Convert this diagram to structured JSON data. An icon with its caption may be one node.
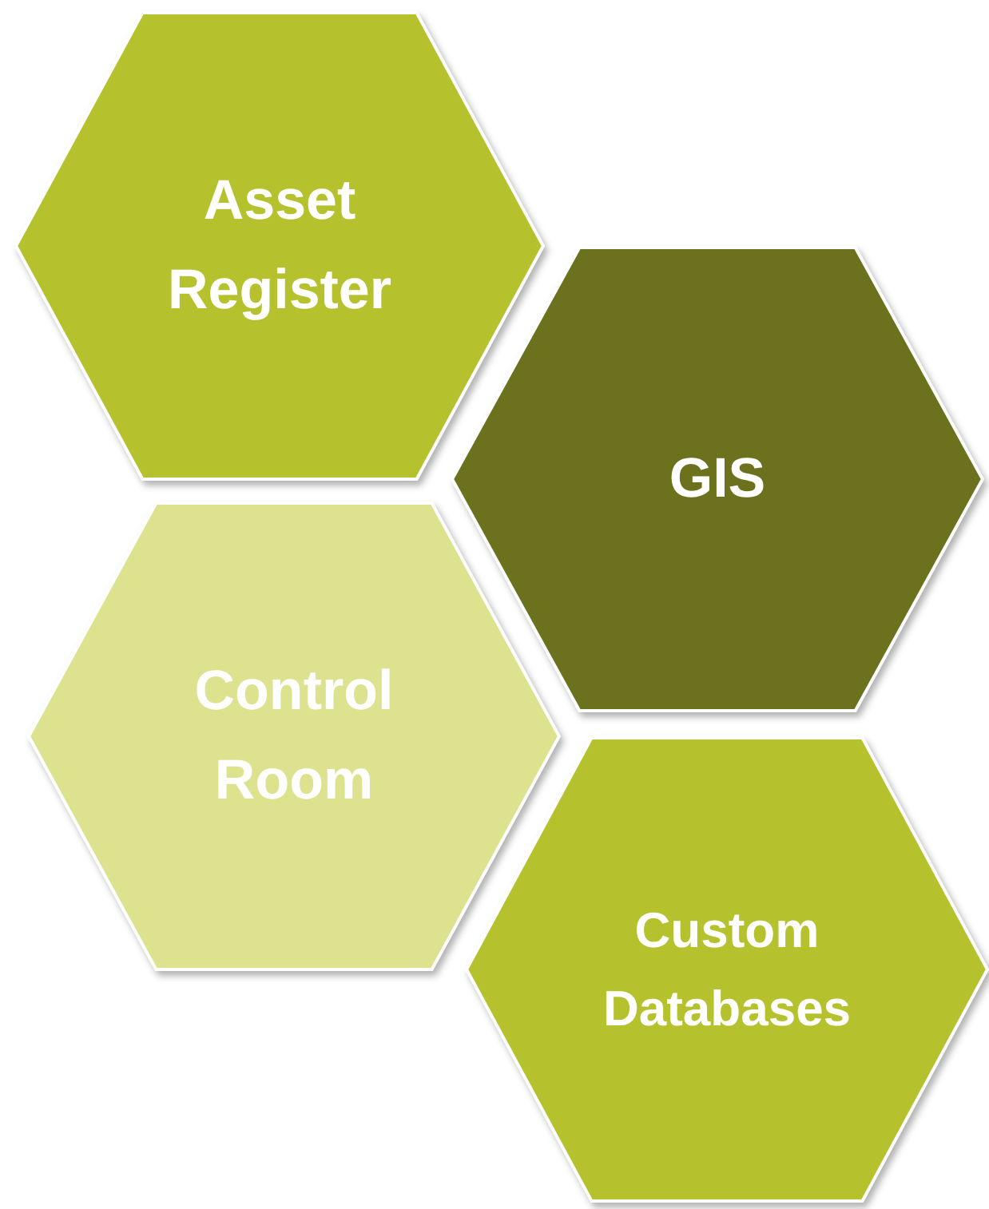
{
  "diagram": {
    "nodes": [
      {
        "text": [
          "Asset Register"
        ]
      },
      {
        "text": [
          "GIS"
        ]
      },
      {
        "text": [
          "Control Room"
        ]
      },
      {
        "text": [
          "Custom Databases"
        ]
      }
    ]
  }
}
